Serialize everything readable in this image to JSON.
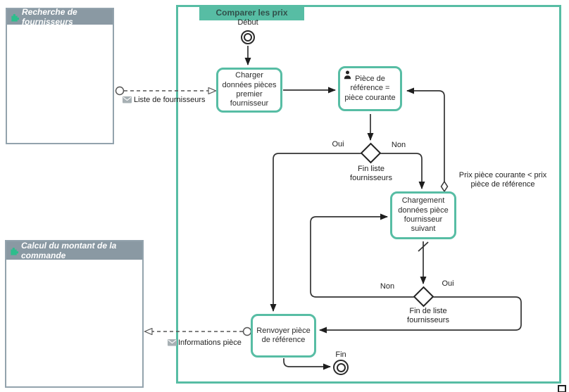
{
  "pools": {
    "recherche": {
      "label": "Recherche de fournisseurs",
      "icon": "puzzle-icon"
    },
    "comparer": {
      "label": "Comparer les prix"
    },
    "calcul": {
      "label": "Calcul du montant de la commande",
      "icon": "puzzle-icon"
    }
  },
  "events": {
    "start_label": "Début",
    "end_label": "Fin"
  },
  "tasks": {
    "charger": {
      "label": "Charger données pièces premier fournisseur"
    },
    "reference": {
      "label": "Pièce de référence = pièce courante",
      "icon": "user-icon"
    },
    "chargement": {
      "label": "Chargement données pièce fournisseur suivant"
    },
    "renvoyer": {
      "label": "Renvoyer pièce de référence"
    }
  },
  "gateways": {
    "g1": {
      "label": "Fin liste fournisseurs",
      "yes": "Oui",
      "no": "Non"
    },
    "g2": {
      "label": "Fin de liste fournisseurs",
      "yes": "Oui",
      "no": "Non"
    }
  },
  "messages": {
    "liste": {
      "label": "Liste de fournisseurs",
      "icon": "envelope-icon"
    },
    "infos": {
      "label": "Informations pièce",
      "icon": "envelope-icon"
    }
  },
  "flows": {
    "condition_label": "Prix pièce courante < prix pièce de référence"
  },
  "colors": {
    "pool_accent": "#57BDA4",
    "pool_header": "#8A99A3",
    "puzzle_green": "#2EBD8C",
    "line": "#333333",
    "message_line": "#555555"
  }
}
